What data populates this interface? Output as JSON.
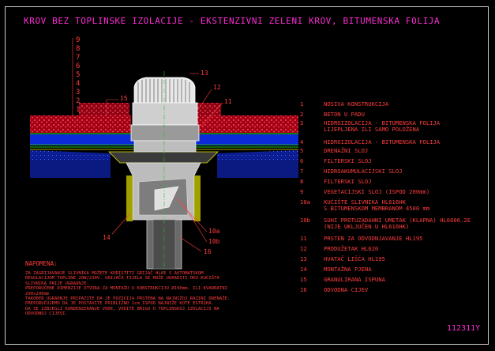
{
  "title": "KROV BEZ TOPLINSKE IZOLACIJE - EKSTENZIVNI ZELENI KROV, BITUMENSKA FOLIJA",
  "scale_labels": [
    "9",
    "8",
    "7",
    "6",
    "5",
    "4",
    "3",
    "2",
    "1"
  ],
  "callouts": {
    "c13": "13",
    "c12": "12",
    "c11": "11",
    "c15": "15",
    "c14": "14",
    "c10a": "10a",
    "c10b": "10b",
    "c16": "16"
  },
  "legend": [
    {
      "num": "1",
      "text": "NOSIVA KONSTRUKCIJA",
      "text2": ""
    },
    {
      "num": "2",
      "text": "BETON U PADU",
      "text2": ""
    },
    {
      "num": "3",
      "text": "HIDROIZOLACIJA - BITUMENSKA FOLIJA",
      "text2": "LIJEPLJENA ILI SAMO POLOŽENA"
    },
    {
      "num": "4",
      "text": "HIDROIZOLACIJA - BITUMENSKA FOLIJA",
      "text2": ""
    },
    {
      "num": "5",
      "text": "DRENAŽNI SLOJ",
      "text2": ""
    },
    {
      "num": "6",
      "text": "FILTERSKI SLOJ",
      "text2": ""
    },
    {
      "num": "7",
      "text": "HIDROAKUMULACIJSKI SLOJ",
      "text2": ""
    },
    {
      "num": "8",
      "text": "FILTERSKI SLOJ",
      "text2": ""
    },
    {
      "num": "9",
      "text": "VEGETACIJSKI SLOJ (ISPOD 200mm)",
      "text2": ""
    },
    {
      "num": "10a",
      "text": "KUĆIŠTE SLIVNIKA HL616HK",
      "text2": "S BITUMENSKOM MEMBRANOM 4500 mm"
    },
    {
      "num": "10b",
      "text": "SUHI PROTUZADAHNI UMETAK (KLAPNA) HL6606.2E",
      "text2": "(NIJE UKLJUČEN U HL616HK)"
    },
    {
      "num": "11",
      "text": "PRSTEN ZA ODVODNJAVANJE HL195",
      "text2": ""
    },
    {
      "num": "12",
      "text": "PRODUŽETAK HL620",
      "text2": ""
    },
    {
      "num": "13",
      "text": "HVATAČ LIŠĆA HL195",
      "text2": ""
    },
    {
      "num": "14",
      "text": "MONTAŽNA PJENA",
      "text2": ""
    },
    {
      "num": "15",
      "text": "GRANULIRANA ISPUNA",
      "text2": ""
    },
    {
      "num": "16",
      "text": "ODVODNA CIJEV",
      "text2": ""
    }
  ],
  "notes_heading": "NAPOMENA:",
  "notes": [
    "ZA ZAGRIJAVANJE SLIVNIKA MOŽETE KORISTITI GRIJAČ HL82 S AUTOMATSKOM",
    "REGULACIJOM TOPLINE 20W/230V. GRIJAČA TIJELA SE MOŽE UGRADITI OKO KUĆIŠTA",
    "SLIVNIKA PRIJE UGRADNJE.",
    "PREPORUČENE DIMENZIJE OTVORA ZA MONTAŽU U KONSTRUKCIJU Ø190mm, ILI KVADRATNI",
    "290x290mm",
    "TAKOĐER UGRADNJE PRIPAZITE DA JE POZICIJA PRSTENA NA NAJNIŽOJ RAZINI DRENAŽE.",
    "PREPORUČUJEMO DA JE POSTAVITE PRIBLIŽNO 1cm ISPOD NAJNIŽE KOTE ESTRIHA.",
    "DA SE IZBJEGLI KONDENZIRANJE VODE, VODITE BRIGU O TOPLINSKOJ IZOLACIJI NA",
    "ODVODNOJ CIJEVI."
  ],
  "drawing_code": "112311Y",
  "colors": {
    "title": "#ff2bd6",
    "annotation": "#ff3d3d",
    "soil": "#c0001a",
    "blue_layer": "#1a3cff",
    "dark_blue": "#0b1a80",
    "green_line": "#1ec81e",
    "yellow": "#e8e800",
    "cyan": "#30d0ff",
    "grey": "#8a8a8a",
    "frame": "#cfcfcf"
  }
}
